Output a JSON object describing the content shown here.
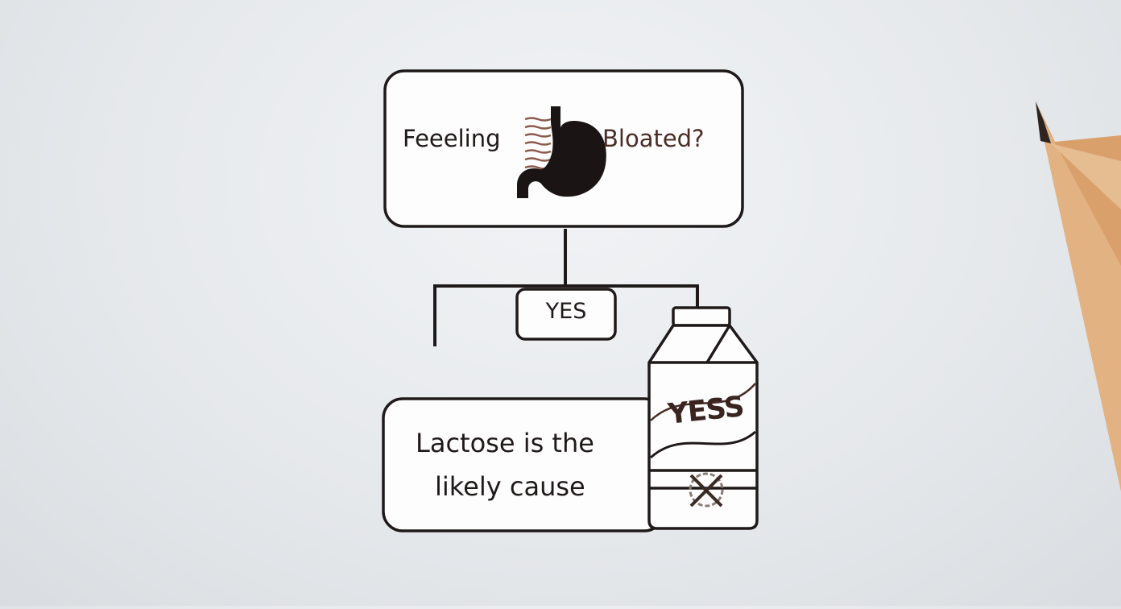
{
  "question": {
    "text_left": "Feeeling",
    "text_right": "Bloated?",
    "icon": "stomach-icon"
  },
  "branch": {
    "label": "YES"
  },
  "result": {
    "line1": "Lactose is the",
    "line2": "likely cause"
  },
  "milk_carton": {
    "label": "YESS",
    "icon": "milk-carton-icon",
    "badge_icon": "crossed-out-icon"
  },
  "colors": {
    "background": "#e6e9ec",
    "box_fill": "#fdfdfd",
    "stroke": "#1f1a19",
    "accent_brown": "#6b3a30",
    "pencil_wood": "#e2ae7c"
  }
}
